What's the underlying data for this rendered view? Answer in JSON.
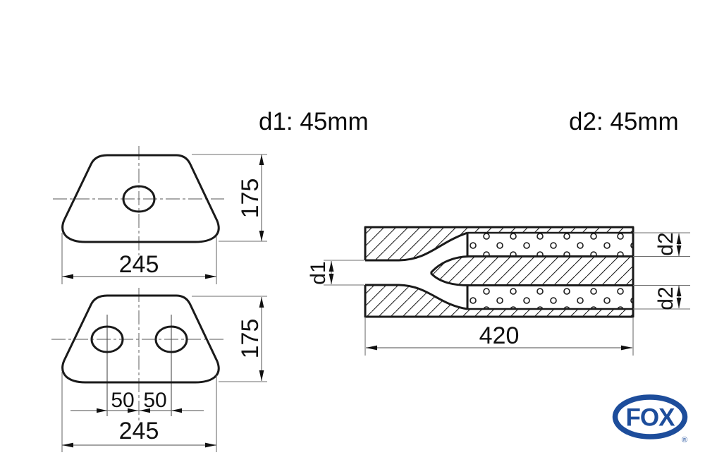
{
  "drawing": {
    "spec_labels": {
      "d1": "d1: 45mm",
      "d2": "d2: 45mm"
    },
    "front_view_single": {
      "width": "245",
      "height": "175"
    },
    "front_view_double": {
      "width": "245",
      "height": "175",
      "hole_pitch_left": "50",
      "hole_pitch_right": "50"
    },
    "side_view": {
      "length": "420",
      "inlet": "d1",
      "outlet_top": "d2",
      "outlet_bottom": "d2"
    }
  },
  "logo": {
    "brand": "FOX",
    "registered": "®",
    "color": "#1d4d9b"
  },
  "colors": {
    "outline": "#1a1a1a",
    "dimension": "#6e6e6e",
    "text": "#111111",
    "background": "#ffffff"
  }
}
